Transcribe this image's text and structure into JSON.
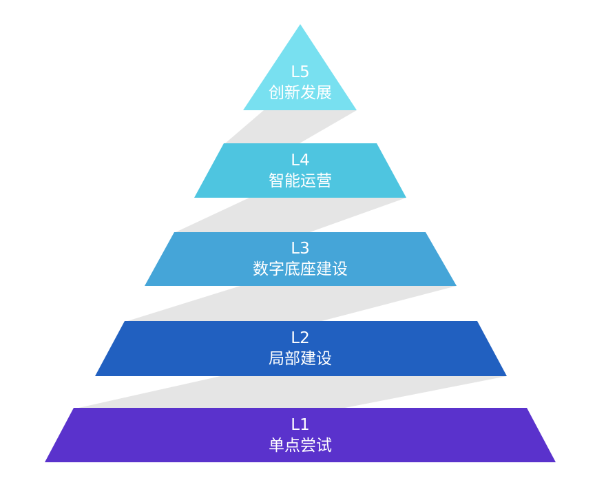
{
  "levels": [
    {
      "code": "L5",
      "name": "创新发展",
      "color": "#78E0F0"
    },
    {
      "code": "L4",
      "name": "智能运营",
      "color": "#4EC5E0"
    },
    {
      "code": "L3",
      "name": "数字底座建设",
      "color": "#45A5D8"
    },
    {
      "code": "L2",
      "name": "局部建设",
      "color": "#2160C0"
    },
    {
      "code": "L1",
      "name": "单点尝试",
      "color": "#5A32CC"
    }
  ],
  "connector_color": "#E5E5E5"
}
